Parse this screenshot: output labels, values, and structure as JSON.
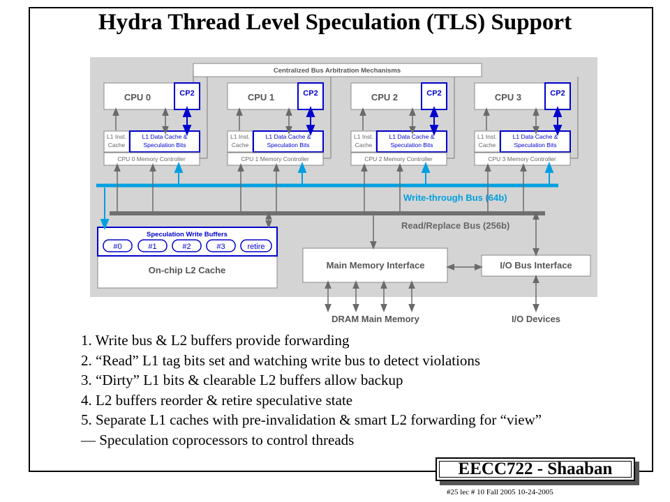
{
  "slide": {
    "title": "Hydra Thread Level Speculation (TLS) Support",
    "brand": "EECC722 - Shaaban",
    "footer": "#25   lec # 10     Fall 2005     10-24-2005"
  },
  "diagram": {
    "arbitration": "Centralized Bus Arbitration Mechanisms",
    "cpus": [
      {
        "name": "CPU 0",
        "cp2": "CP2",
        "l1_inst": [
          "L1 Inst.",
          "Cache"
        ],
        "l1_data": [
          "L1 Data Cache &",
          "Speculation Bits"
        ],
        "mem_ctrl": "CPU 0 Memory Controller"
      },
      {
        "name": "CPU 1",
        "cp2": "CP2",
        "l1_inst": [
          "L1 Inst.",
          "Cache"
        ],
        "l1_data": [
          "L1 Data Cache &",
          "Speculation Bits"
        ],
        "mem_ctrl": "CPU 1 Memory Controller"
      },
      {
        "name": "CPU 2",
        "cp2": "CP2",
        "l1_inst": [
          "L1 Inst.",
          "Cache"
        ],
        "l1_data": [
          "L1 Data Cache &",
          "Speculation Bits"
        ],
        "mem_ctrl": "CPU 2 Memory Controller"
      },
      {
        "name": "CPU 3",
        "cp2": "CP2",
        "l1_inst": [
          "L1 Inst.",
          "Cache"
        ],
        "l1_data": [
          "L1 Data Cache &",
          "Speculation Bits"
        ],
        "mem_ctrl": "CPU 3 Memory Controller"
      }
    ],
    "write_bus": "Write-through Bus (64b)",
    "read_bus": "Read/Replace Bus (256b)",
    "spec_buffers_title": "Speculation Write Buffers",
    "buffers": [
      "#0",
      "#1",
      "#2",
      "#3",
      "retire"
    ],
    "l2_cache": "On-chip L2 Cache",
    "main_memory_interface": "Main Memory Interface",
    "io_bus_interface": "I/O Bus Interface",
    "dram": "DRAM Main Memory",
    "io_devices": "I/O Devices",
    "colors": {
      "panel": "#d4d4d4",
      "accent": "#0000cc",
      "write_bus": "#00a0e0",
      "read_bus": "#707070",
      "line": "#6a6a6a"
    }
  },
  "notes": [
    "1. Write bus & L2 buffers provide forwarding",
    "2. “Read” L1 tag bits set and watching write bus to detect violations",
    "3. “Dirty” L1 bits & clearable L2 buffers allow backup",
    "4. L2 buffers reorder & retire speculative state",
    "5. Separate L1 caches with pre-invalidation & smart L2 forwarding for “view”",
    "— Speculation coprocessors to control threads"
  ]
}
